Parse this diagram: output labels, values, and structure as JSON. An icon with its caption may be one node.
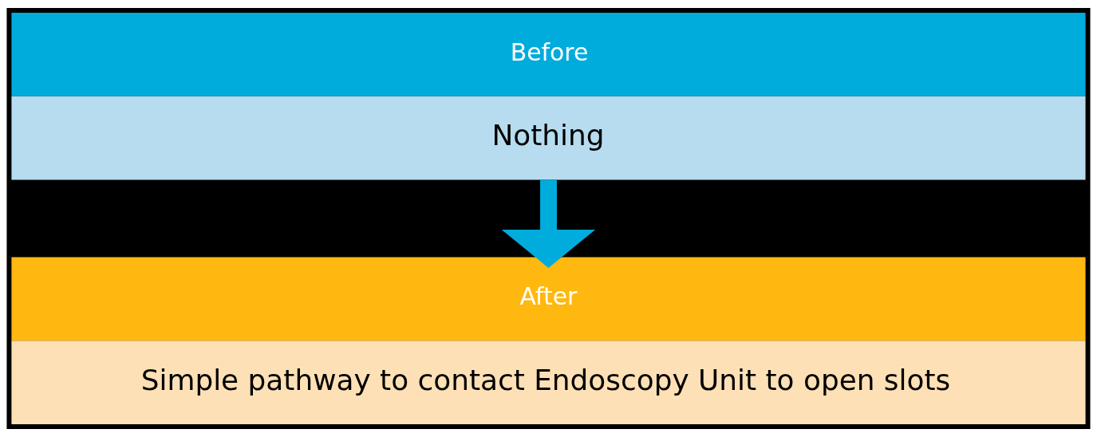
{
  "diagram": {
    "nodes": [
      {
        "text": [
          "Before",
          "Nothing"
        ]
      },
      {
        "text": [
          "After",
          "Simple pathway to contact Endoscopy Unit to open slots"
        ]
      }
    ],
    "edges": [
      {
        "from": 0,
        "to": 1,
        "arrow": "to"
      }
    ]
  }
}
